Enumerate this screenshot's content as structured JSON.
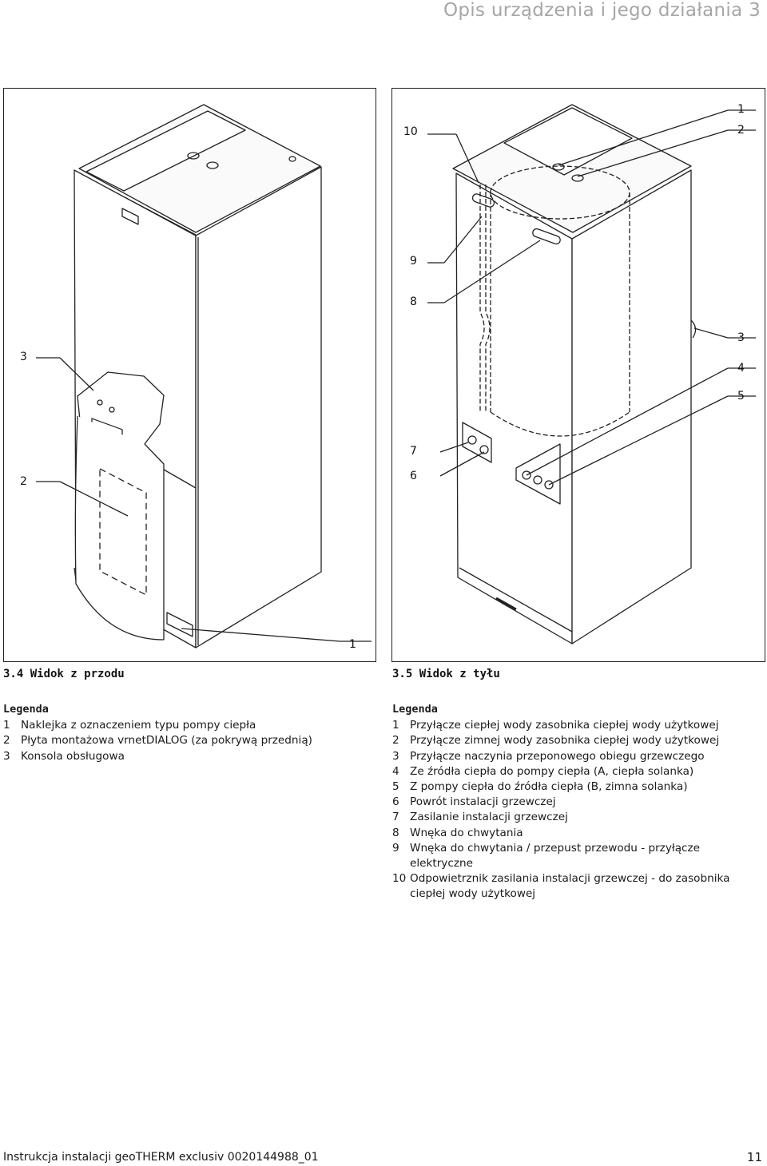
{
  "header": {
    "title": "Opis urządzenia i jego działania   3"
  },
  "figure_front": {
    "caption": "3.4  Widok z przodu",
    "callouts": [
      "3",
      "2",
      "1"
    ]
  },
  "figure_back": {
    "caption": "3.5  Widok z tyłu",
    "callouts": [
      "1",
      "2",
      "10",
      "9",
      "8",
      "3",
      "4",
      "5",
      "7",
      "6"
    ]
  },
  "legend_front": {
    "title": "Legenda",
    "items": [
      {
        "num": "1",
        "text": "Naklejka z oznaczeniem typu pompy ciepła"
      },
      {
        "num": "2",
        "text": "Płyta montażowa vrnetDIALOG (za pokrywą przednią)"
      },
      {
        "num": "3",
        "text": "Konsola obsługowa"
      }
    ]
  },
  "legend_back": {
    "title": "Legenda",
    "items": [
      {
        "num": "1",
        "text": "Przyłącze ciepłej wody zasobnika ciepłej wody użytkowej"
      },
      {
        "num": "2",
        "text": "Przyłącze zimnej wody zasobnika ciepłej wody użytkowej"
      },
      {
        "num": "3",
        "text": "Przyłącze naczynia przeponowego obiegu grzewczego"
      },
      {
        "num": "4",
        "text": "Ze źródła ciepła do pompy ciepła (A, ciepła solanka)"
      },
      {
        "num": "5",
        "text": "Z pompy ciepła do źródła ciepła (B, zimna solanka)"
      },
      {
        "num": "6",
        "text": "Powrót instalacji grzewczej"
      },
      {
        "num": "7",
        "text": "Zasilanie instalacji grzewczej"
      },
      {
        "num": "8",
        "text": "Wnęka do chwytania"
      },
      {
        "num": "9",
        "text": "Wnęka do chwytania / przepust przewodu - przyłącze elektryczne"
      },
      {
        "num": "10",
        "text": "Odpowietrznik zasilania instalacji grzewczej - do zasobnika ciepłej wody użytkowej"
      }
    ]
  },
  "footer": {
    "left": "Instrukcja instalacji geoTHERM exclusiv 0020144988_01",
    "page": "11"
  }
}
